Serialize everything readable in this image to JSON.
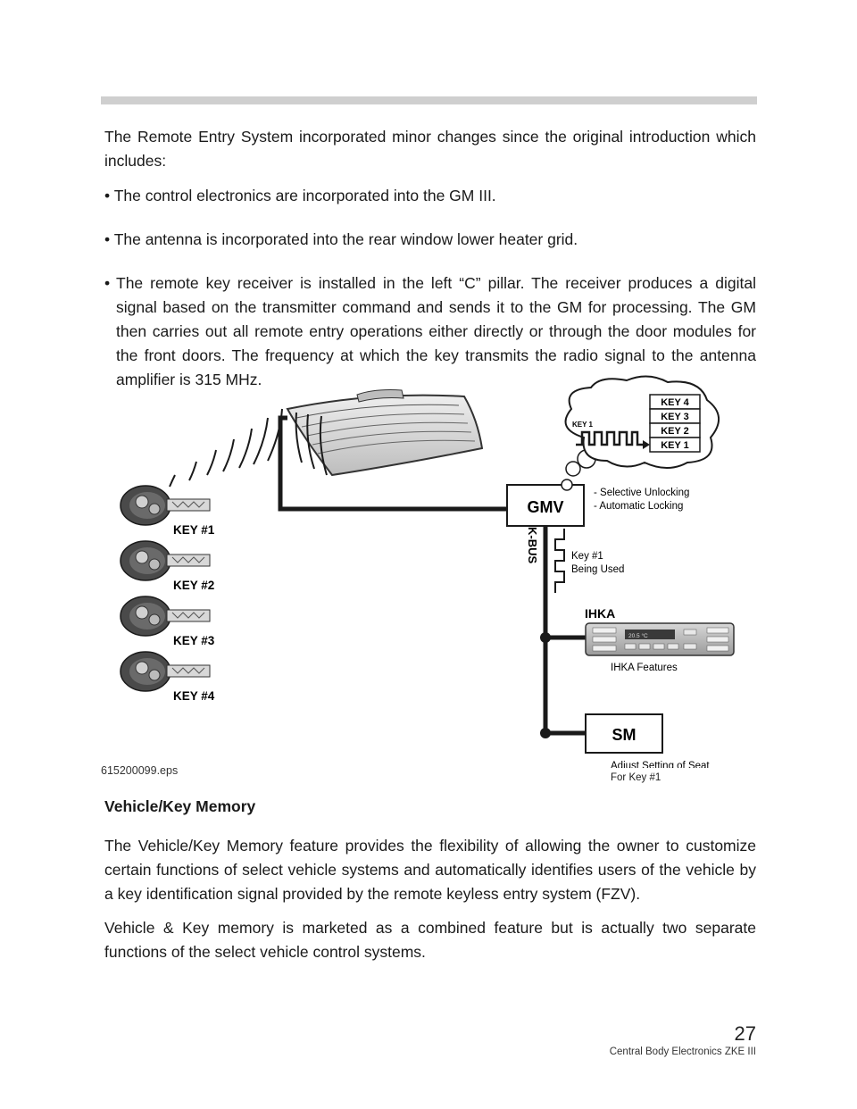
{
  "intro": "The Remote Entry System incorporated minor changes since the original introduction which includes:",
  "bullets": [
    "The control electronics are incorporated into the GM III.",
    "The antenna is incorporated into the rear window lower heater grid.",
    "The remote key receiver is installed in the left “C” pillar. The receiver produces a digital signal based on the transmitter command and sends it to the GM for processing. The GM then carries out all remote entry operations either directly or through the door modules for the front doors. The frequency at which the key transmits the radio signal to the antenna amplifier is 315 MHz."
  ],
  "bullet_glyph": "•",
  "diagram": {
    "keys": [
      "KEY #1",
      "KEY #2",
      "KEY #3",
      "KEY #4"
    ],
    "gmv": "GMV",
    "gmv_features": [
      "- Selective Unlocking",
      "- Automatic Locking"
    ],
    "kbus": "K-BUS",
    "key_used": [
      "Key #1",
      "Being Used"
    ],
    "ihka": "IHKA",
    "ihka_caption": "IHKA Features",
    "ihka_display": "20.5 °C",
    "sm": "SM",
    "sm_caption": [
      "Adjust Setting of Seat",
      "For Key #1"
    ],
    "bubble_signal_label": "KEY 1",
    "bubble_keys": [
      "KEY 4",
      "KEY 3",
      "KEY 2",
      "KEY 1"
    ]
  },
  "figure_id": "615200099.eps",
  "section_heading": "Vehicle/Key Memory",
  "section_paras": [
    "The Vehicle/Key Memory feature provides the flexibility of allowing the owner to customize certain functions of select vehicle systems and automatically identifies users of the vehicle by a key identification signal provided by the remote keyless entry system (FZV).",
    "Vehicle & Key memory is marketed as a combined feature but is actually two separate functions of the select vehicle control systems."
  ],
  "page_number": "27",
  "footer": "Central Body Electronics ZKE III"
}
